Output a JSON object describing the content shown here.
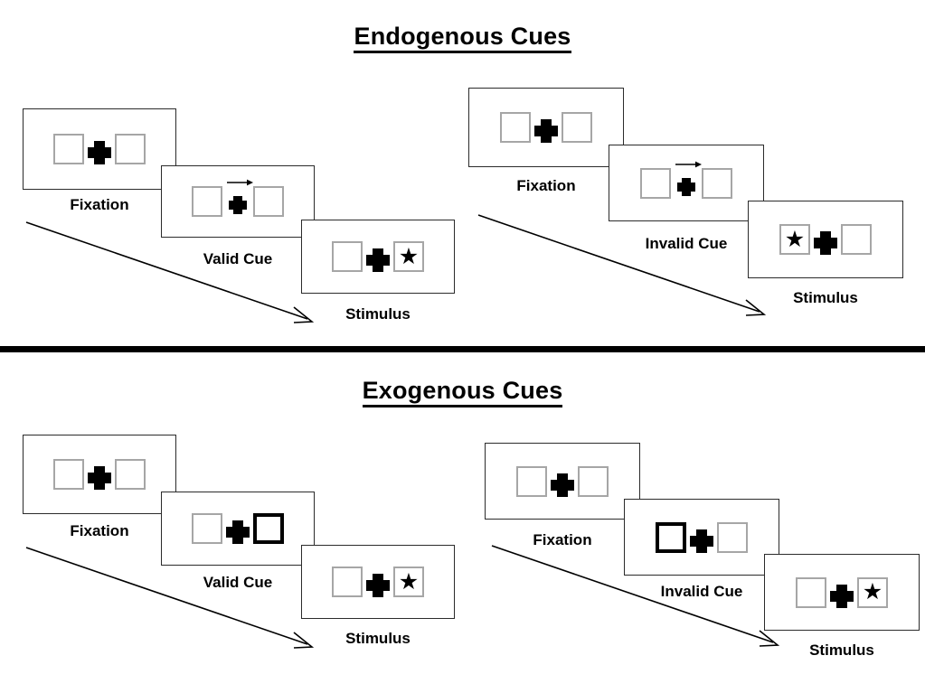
{
  "figure": {
    "type": "experimental-paradigm-diagram",
    "description": "Posner-style spatial cueing task sequences for endogenous and exogenous cues"
  },
  "sections": [
    {
      "id": "endogenous",
      "title": "Endogenous Cues",
      "sequences": [
        {
          "id": "endogenous-valid",
          "condition": "valid",
          "frames": [
            {
              "label": "Fixation",
              "left_box": "empty",
              "right_box": "empty",
              "center": "fixation-cross",
              "cue": "none"
            },
            {
              "label": "Valid Cue",
              "left_box": "empty",
              "right_box": "empty",
              "center": "fixation-cross",
              "cue": "arrow-right"
            },
            {
              "label": "Stimulus",
              "left_box": "empty",
              "right_box": "star",
              "center": "fixation-cross",
              "cue": "none"
            }
          ],
          "time_arrow": "diagonal-down-right"
        },
        {
          "id": "endogenous-invalid",
          "condition": "invalid",
          "frames": [
            {
              "label": "Fixation",
              "left_box": "empty",
              "right_box": "empty",
              "center": "fixation-cross",
              "cue": "none"
            },
            {
              "label": "Invalid Cue",
              "left_box": "empty",
              "right_box": "empty",
              "center": "fixation-cross",
              "cue": "arrow-right"
            },
            {
              "label": "Stimulus",
              "left_box": "star",
              "right_box": "empty",
              "center": "fixation-cross",
              "cue": "none"
            }
          ],
          "time_arrow": "diagonal-down-right"
        }
      ]
    },
    {
      "id": "exogenous",
      "title": "Exogenous Cues",
      "sequences": [
        {
          "id": "exogenous-valid",
          "condition": "valid",
          "frames": [
            {
              "label": "Fixation",
              "left_box": "empty",
              "right_box": "empty",
              "center": "fixation-cross",
              "cue": "none"
            },
            {
              "label": "Valid Cue",
              "left_box": "empty",
              "right_box": "highlighted",
              "center": "fixation-cross",
              "cue": "box-flash-right"
            },
            {
              "label": "Stimulus",
              "left_box": "empty",
              "right_box": "star",
              "center": "fixation-cross",
              "cue": "none"
            }
          ],
          "time_arrow": "diagonal-down-right"
        },
        {
          "id": "exogenous-invalid",
          "condition": "invalid",
          "frames": [
            {
              "label": "Fixation",
              "left_box": "empty",
              "right_box": "empty",
              "center": "fixation-cross",
              "cue": "none"
            },
            {
              "label": "Invalid Cue",
              "left_box": "highlighted",
              "right_box": "empty",
              "center": "fixation-cross",
              "cue": "box-flash-left"
            },
            {
              "label": "Stimulus",
              "left_box": "empty",
              "right_box": "star",
              "center": "fixation-cross",
              "cue": "none"
            }
          ],
          "time_arrow": "diagonal-down-right"
        }
      ]
    }
  ],
  "glyphs": {
    "star": "★"
  },
  "colors": {
    "frame_border": "#2b2b2b",
    "box_border": "#a6a6a6",
    "cued_box_border": "#000000",
    "text": "#000000",
    "divider": "#000000"
  }
}
